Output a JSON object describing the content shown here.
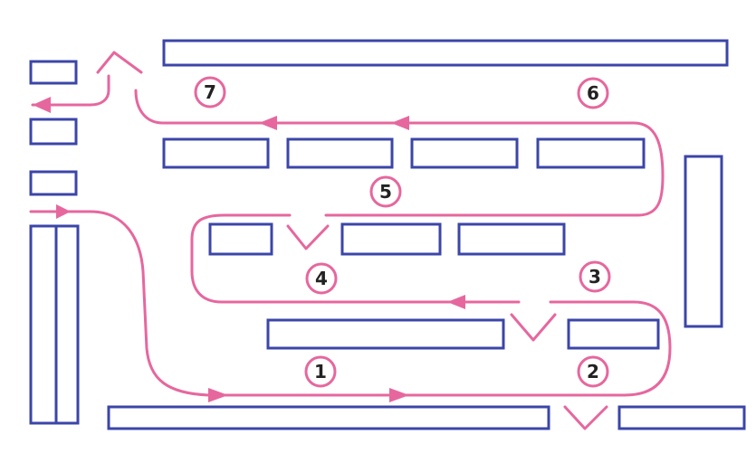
{
  "colors": {
    "shelf_stroke": "#3b46a8",
    "route": "#e6679e",
    "badge_text": "#222222",
    "background": "#ffffff"
  },
  "steps": [
    {
      "label": "1"
    },
    {
      "label": "2"
    },
    {
      "label": "3"
    },
    {
      "label": "4"
    },
    {
      "label": "5"
    },
    {
      "label": "6"
    },
    {
      "label": "7"
    }
  ]
}
